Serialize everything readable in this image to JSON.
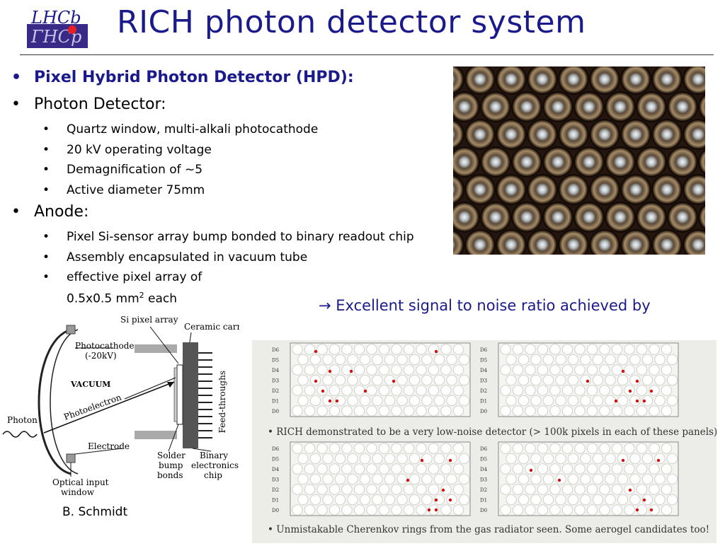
{
  "logo": {
    "text_top": "LHCb",
    "text_bottom": "ΓHCp"
  },
  "title": "RICH photon detector system",
  "bullets": {
    "hpd": "Pixel Hybrid Photon Detector (HPD):",
    "photon_detector": {
      "label": "Photon Detector:",
      "items": [
        "Quartz window, multi-alkali photocathode",
        "20 kV operating voltage",
        "Demagnification of ~5",
        "Active diameter 75mm"
      ]
    },
    "anode": {
      "label": "Anode:",
      "items": [
        "Pixel Si-sensor array bump bonded to binary readout chip",
        "Assembly encapsulated in vacuum tube",
        "effective pixel array of"
      ],
      "size_line": "0.5x0.5 mm",
      "size_sup": "2",
      "size_after": " each"
    }
  },
  "callout": {
    "arrow": "→",
    "text": " Excellent signal to noise ratio achieved by"
  },
  "diagram": {
    "si_pixel_array": "Si pixel array",
    "ceramic_carrier": "Ceramic carrie",
    "photocathode": "Photocathode",
    "photocathode_voltage": "(-20kV)",
    "vacuum": "VACUUM",
    "photoelectron": "Photoelectron",
    "feed_throughs": "Feed-throughs",
    "photon": "Photon",
    "electrode": "Electrode",
    "solder_1": "Solder",
    "solder_2": "bump",
    "solder_3": "bonds",
    "binary_1": "Binary",
    "binary_2": "electronics",
    "binary_3": "chip",
    "optical_1": "Optical input",
    "optical_2": "window"
  },
  "credit": "B. Schmidt",
  "panels": {
    "row_labels": [
      "D6",
      "D5",
      "D4",
      "D3",
      "D2",
      "D1",
      "D0"
    ],
    "caption1": "RICH demonstrated to be a very low-noise detector (> 100k pixels in each of these panels)",
    "caption2": "Unmistakable Cherenkov rings from the gas radiator seen. Some aerogel candidates too!"
  },
  "colors": {
    "title": "#1a1a8c",
    "hit": "#cc1111"
  }
}
